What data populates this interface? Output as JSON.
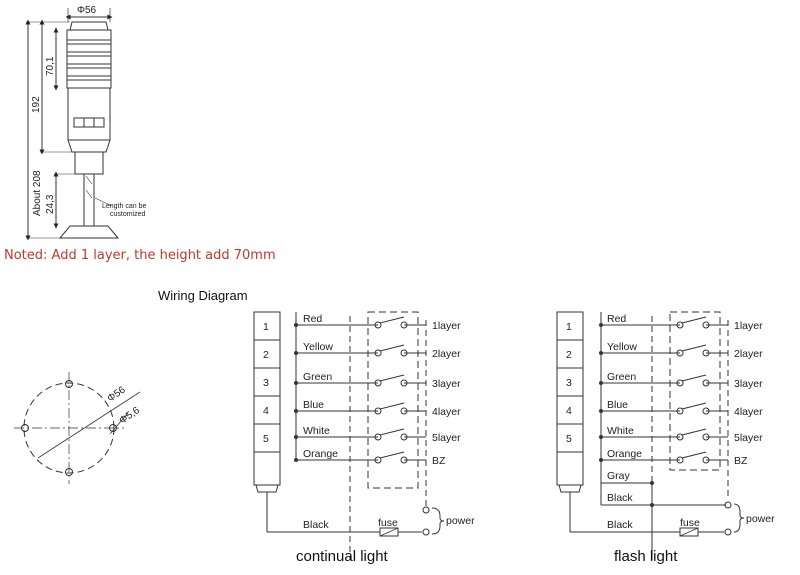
{
  "dimensions": {
    "top_diameter": "Φ56",
    "tier_height": "70,1",
    "total_height": "192",
    "about_height": "About 208",
    "base_height": "24,3",
    "length_note": [
      "Length can be",
      "customized"
    ]
  },
  "note": "Noted: Add 1 layer, the height add 70mm",
  "wiring_title": "Wiring Diagram",
  "mount": {
    "d1": "Φ56",
    "d2": "Φ5,6"
  },
  "stack_numbers": [
    "1",
    "2",
    "3",
    "4",
    "5"
  ],
  "continual": {
    "caption": "continual light",
    "wires": [
      "Red",
      "Yellow",
      "Green",
      "Blue",
      "White",
      "Orange"
    ],
    "outputs": [
      "1layer",
      "2layer",
      "3layer",
      "4layer",
      "5layer",
      "BZ"
    ],
    "bottom_wire": "Black",
    "fuse": "fuse",
    "power": "power"
  },
  "flash": {
    "caption": "flash light",
    "wires": [
      "Red",
      "Yellow",
      "Green",
      "Blue",
      "White",
      "Orange",
      "Gray",
      "Black"
    ],
    "outputs": [
      "1layer",
      "2layer",
      "3layer",
      "4layer",
      "5layer",
      "BZ"
    ],
    "bottom_wire": "Black",
    "fuse": "fuse",
    "power": "power"
  }
}
